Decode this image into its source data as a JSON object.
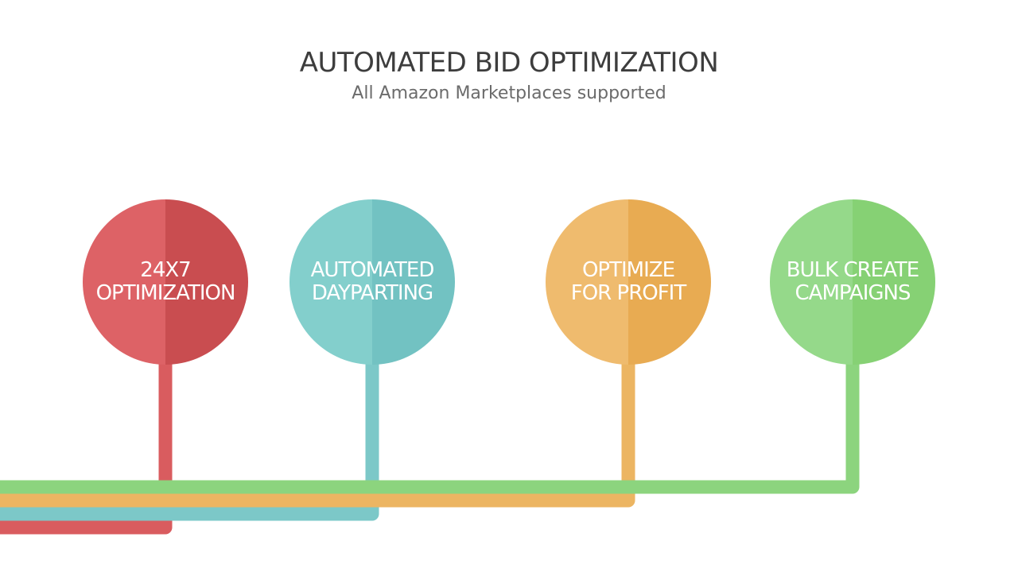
{
  "header": {
    "title": "AUTOMATED BID OPTIMIZATION",
    "subtitle": "All Amazon Marketplaces supported"
  },
  "features": [
    {
      "line1": "24X7",
      "line2": "OPTIMIZATION",
      "color_light": "#dd6266",
      "color_dark": "#c94d50",
      "line_color": "#d95c5f"
    },
    {
      "line1": "AUTOMATED",
      "line2": "DAYPARTING",
      "color_light": "#83cfcc",
      "color_dark": "#72c2c2",
      "line_color": "#7cc8c8"
    },
    {
      "line1": "OPTIMIZE",
      "line2": "FOR PROFIT",
      "color_light": "#efbb6e",
      "color_dark": "#e8ab52",
      "line_color": "#ecb562"
    },
    {
      "line1": "BULK CREATE",
      "line2": "CAMPAIGNS",
      "color_light": "#95d98a",
      "color_dark": "#86d174",
      "line_color": "#8cd47e"
    }
  ]
}
